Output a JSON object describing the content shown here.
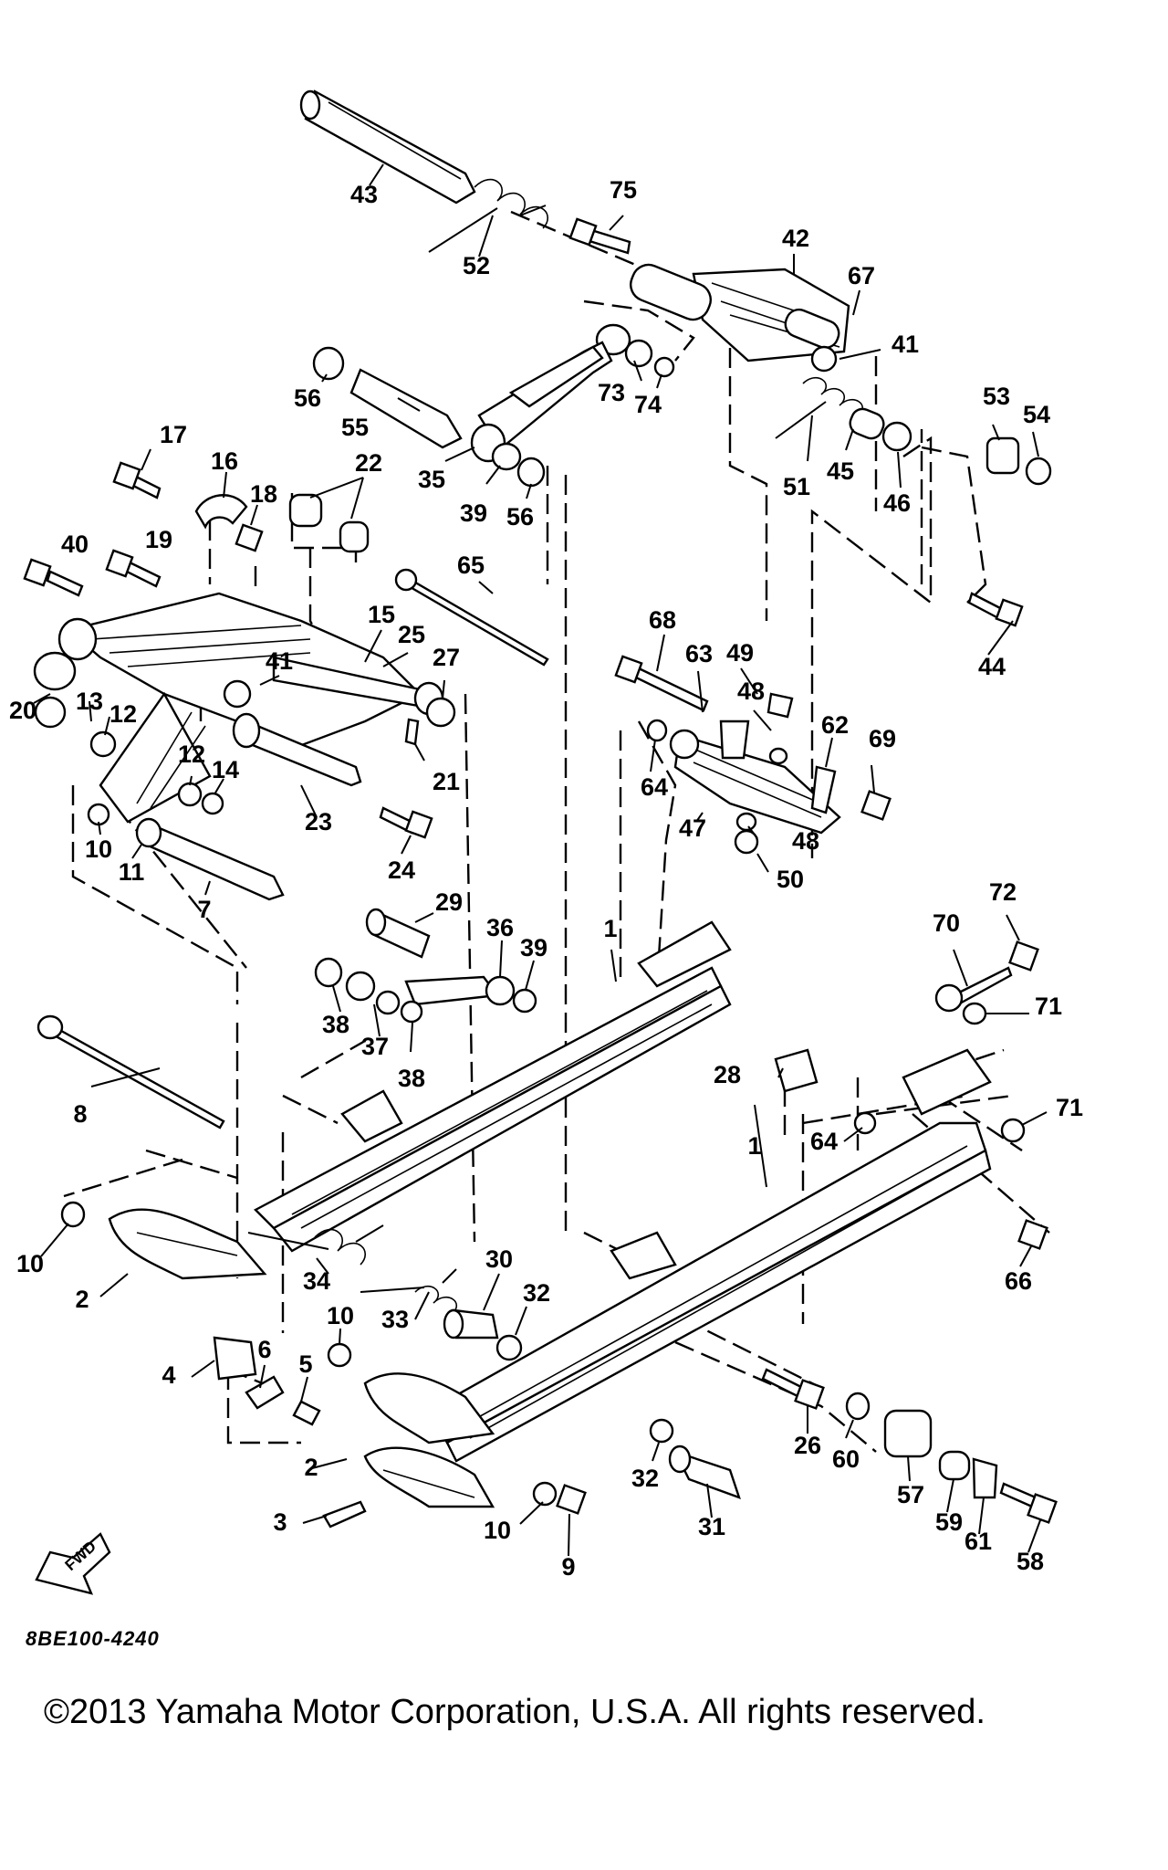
{
  "drawing_number": "8BE100-4240",
  "copyright": "©2013 Yamaha Motor Corporation, U.S.A. All rights reserved.",
  "fwd_label": "FWD",
  "colors": {
    "ink": "#000000",
    "background": "#ffffff"
  },
  "callouts": [
    "43",
    "52",
    "75",
    "42",
    "67",
    "41",
    "53",
    "54",
    "73",
    "74",
    "56",
    "55",
    "35",
    "39",
    "56",
    "51",
    "45",
    "46",
    "17",
    "16",
    "18",
    "22",
    "40",
    "19",
    "65",
    "44",
    "15",
    "25",
    "68",
    "63",
    "49",
    "48",
    "27",
    "41",
    "20",
    "13",
    "12",
    "12",
    "14",
    "21",
    "64",
    "62",
    "69",
    "10",
    "11",
    "23",
    "24",
    "47",
    "48",
    "50",
    "7",
    "29",
    "36",
    "39",
    "1",
    "72",
    "70",
    "38",
    "37",
    "38",
    "71",
    "28",
    "8",
    "1",
    "64",
    "71",
    "10",
    "2",
    "34",
    "30",
    "32",
    "66",
    "10",
    "33",
    "4",
    "6",
    "5",
    "2",
    "26",
    "60",
    "57",
    "32",
    "31",
    "3",
    "10",
    "9",
    "59",
    "61",
    "58"
  ]
}
